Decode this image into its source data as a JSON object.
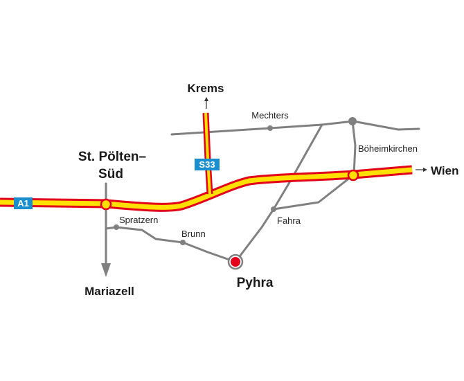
{
  "colors": {
    "motorway_fill": "#ffe000",
    "motorway_casing": "#e2001a",
    "local_road": "#808080",
    "shield": "#1a8fd0",
    "destination_marker": "#e2001a"
  },
  "icons": {
    "interchange": "interchange-circle-icon",
    "village": "village-dot-icon",
    "destination": "destination-marker-icon",
    "direction": "direction-arrow-icon"
  },
  "shields": {
    "a1": "A1",
    "s33": "S33"
  },
  "places": {
    "st_poelten_line1": "St. Pölten–",
    "st_poelten_line2": "Süd",
    "krems": "Krems",
    "wien": "Wien",
    "mariazell": "Mariazell",
    "pyhra": "Pyhra",
    "mechters": "Mechters",
    "boeheimkirchen": "Böheimkirchen",
    "spratzern": "Spratzern",
    "brunn": "Brunn",
    "fahra": "Fahra"
  }
}
